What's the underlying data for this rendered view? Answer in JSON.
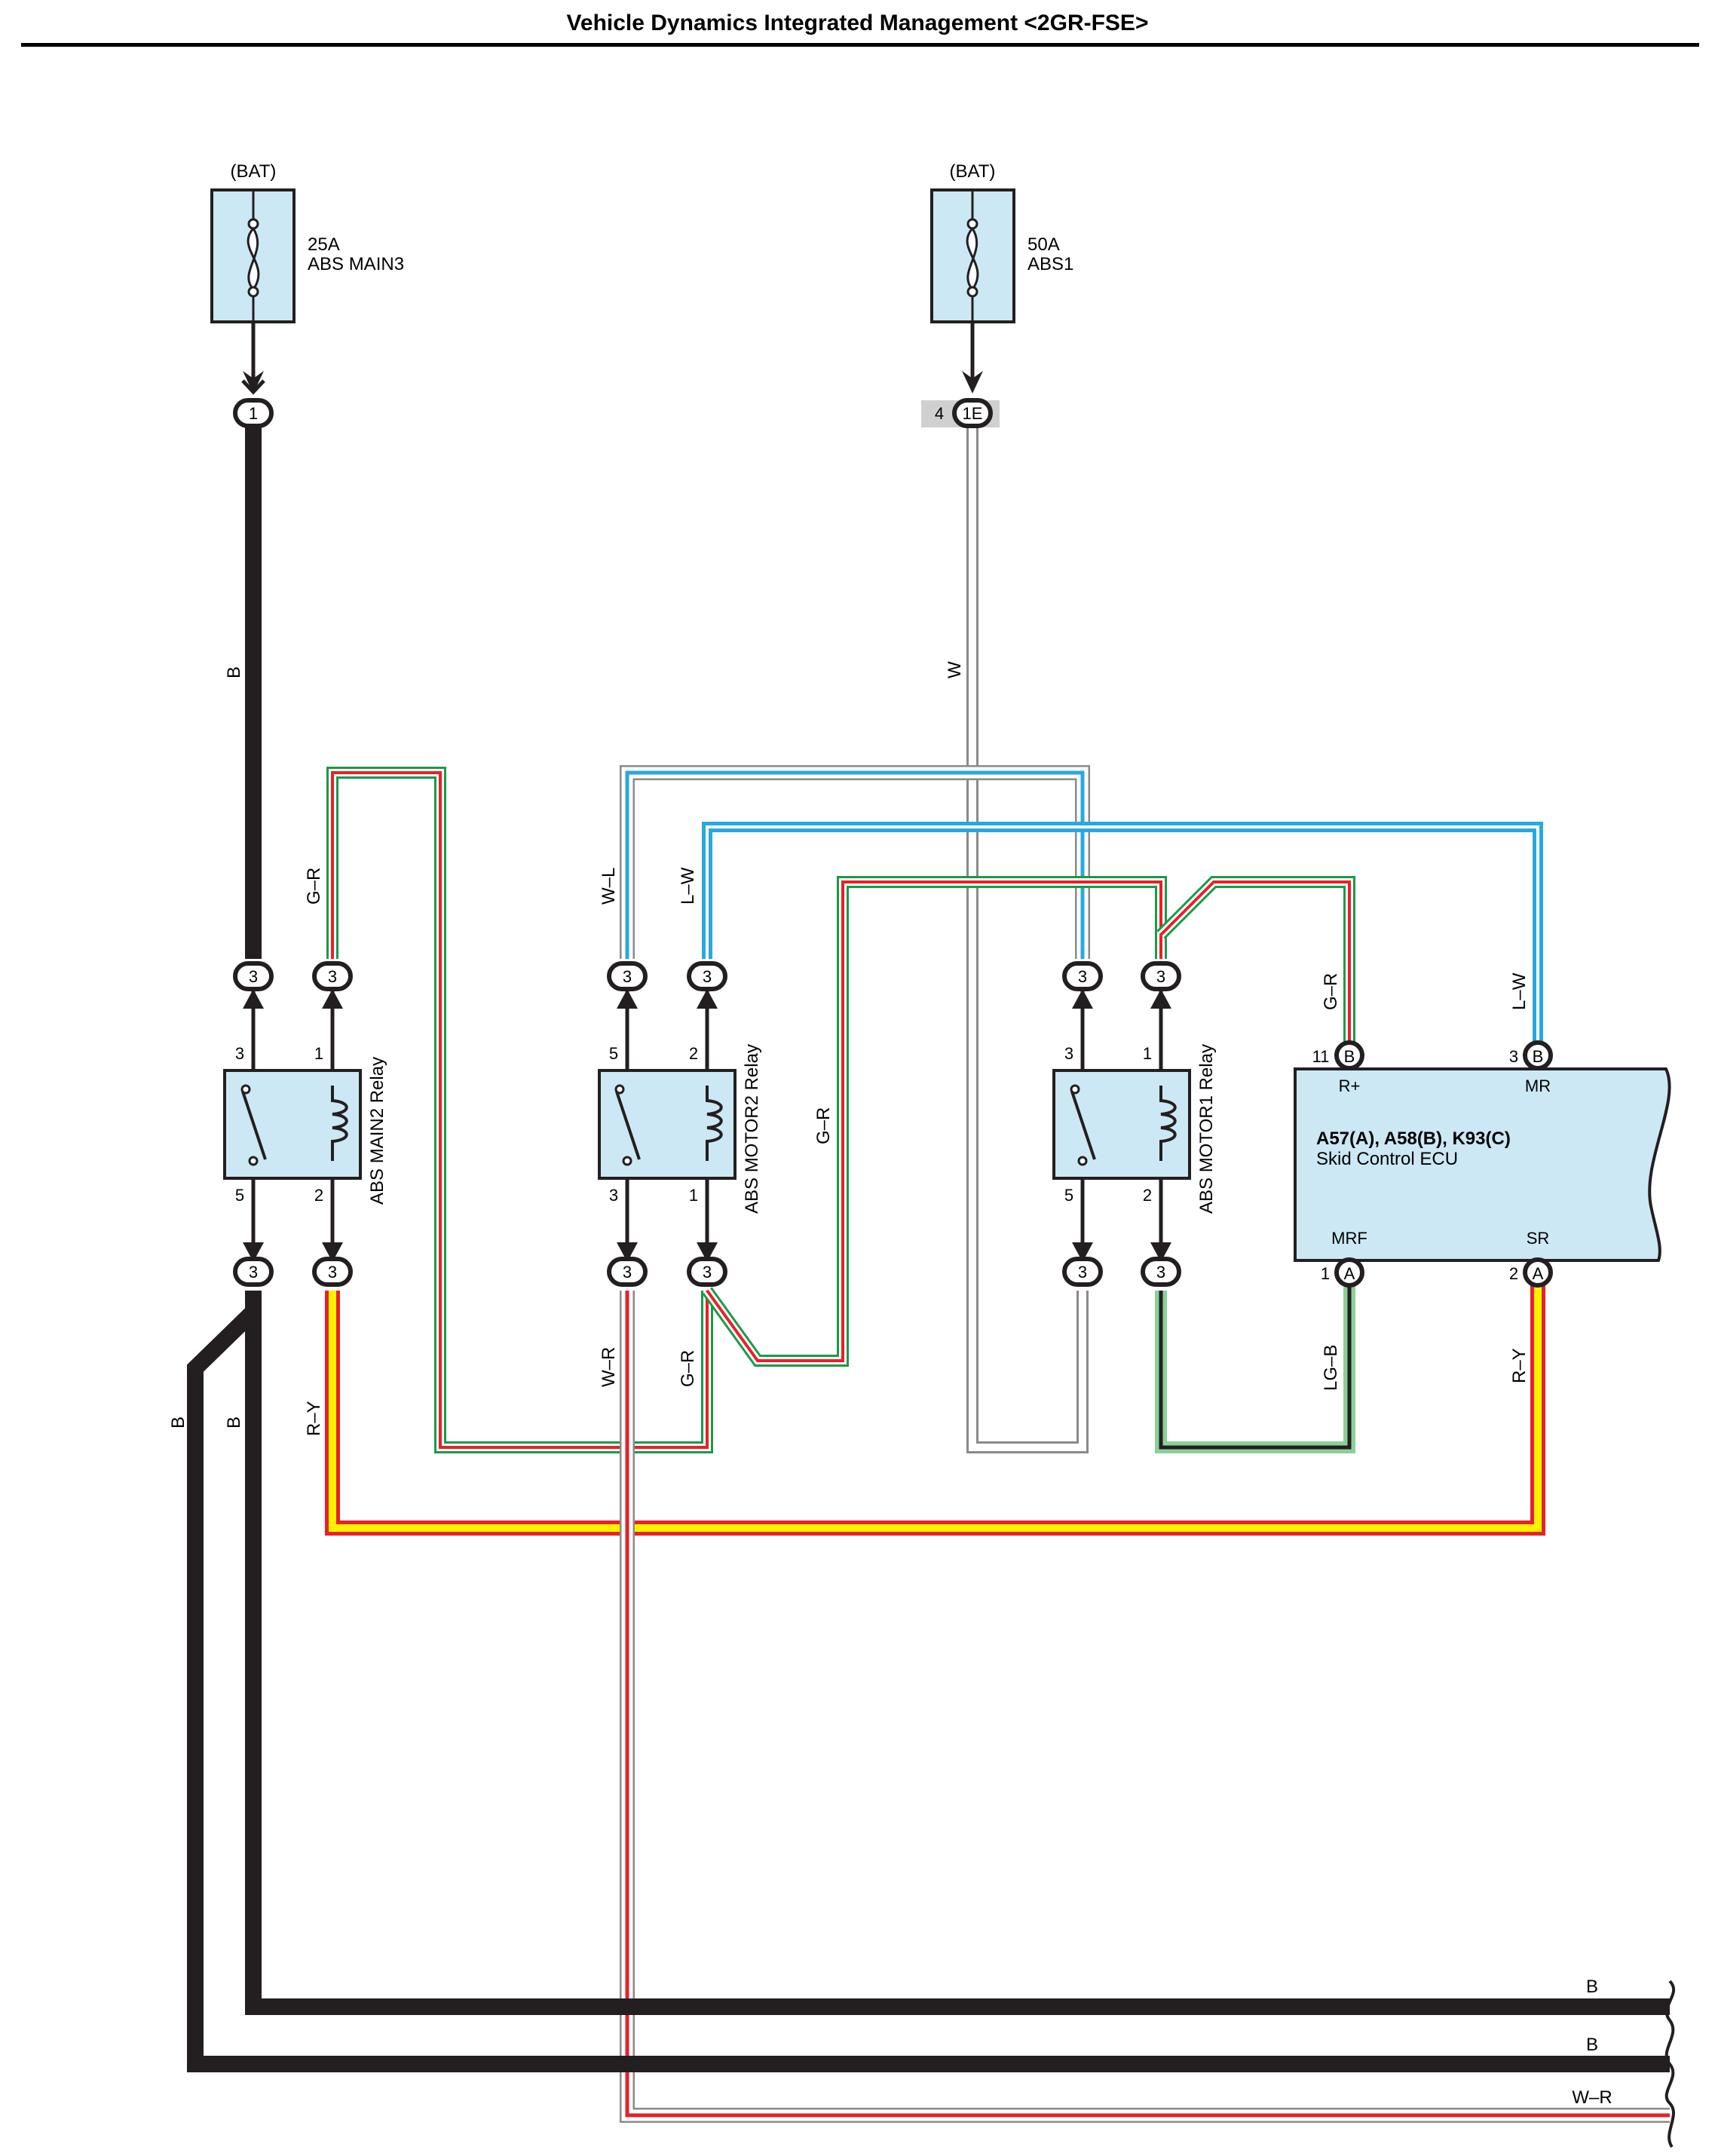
{
  "title": "Vehicle Dynamics Integrated Management <2GR-FSE>",
  "fuses": [
    {
      "id": "fuse-abs-main3",
      "source": "(BAT)",
      "rating": "25A",
      "name": "ABS MAIN3"
    },
    {
      "id": "fuse-abs1",
      "source": "(BAT)",
      "rating": "50A",
      "name": "ABS1"
    }
  ],
  "fuse_connectors": {
    "main3_out": "1",
    "abs1_out": "1E",
    "abs1_pin": "4"
  },
  "relays": [
    {
      "id": "abs-main2",
      "name": "ABS MAIN2 Relay",
      "pins": {
        "top_left": "3",
        "top_right": "1",
        "bottom_left": "5",
        "bottom_right": "2"
      }
    },
    {
      "id": "abs-motor2",
      "name": "ABS MOTOR2 Relay",
      "pins": {
        "top_left": "5",
        "top_right": "2",
        "bottom_left": "3",
        "bottom_right": "1"
      }
    },
    {
      "id": "abs-motor1",
      "name": "ABS MOTOR1 Relay",
      "pins": {
        "top_left": "3",
        "top_right": "1",
        "bottom_left": "5",
        "bottom_right": "2"
      }
    }
  ],
  "relay_connector_label": "3",
  "ecu": {
    "connectors": "A57(A), A58(B), K93(C)",
    "name": "Skid Control ECU",
    "terminals": [
      {
        "pin": "11",
        "connector": "B",
        "signal": "R+"
      },
      {
        "pin": "3",
        "connector": "B",
        "signal": "MR"
      },
      {
        "pin": "1",
        "connector": "A",
        "signal": "MRF"
      },
      {
        "pin": "2",
        "connector": "A",
        "signal": "SR"
      }
    ]
  },
  "wire_labels": {
    "b_main": "B",
    "w_main": "W",
    "gr_main2": "G–R",
    "wl_motor2": "W–L",
    "lw_motor2": "L–W",
    "gr_mid": "G–R",
    "gr_ecu": "G–R",
    "lw_ecu": "L–W",
    "b_ground1": "B",
    "b_ground2": "B",
    "ry_main2": "R–Y",
    "wr_motor2": "W–R",
    "gr_motor2": "G–R",
    "lgb_ecu": "LG–B",
    "ry_ecu": "R–Y",
    "out_b1": "B",
    "out_b2": "B",
    "out_wr": "W–R"
  },
  "colors": {
    "relay_fill": "#cce8f4",
    "black_wire": "#231f20",
    "green": "#1a9a48",
    "red": "#e8202a",
    "yellow": "#fff200",
    "blue": "#29a8e0",
    "light_green": "#8ccf9a",
    "gray": "#8a8a8a",
    "shade": "#d0d0d0"
  }
}
